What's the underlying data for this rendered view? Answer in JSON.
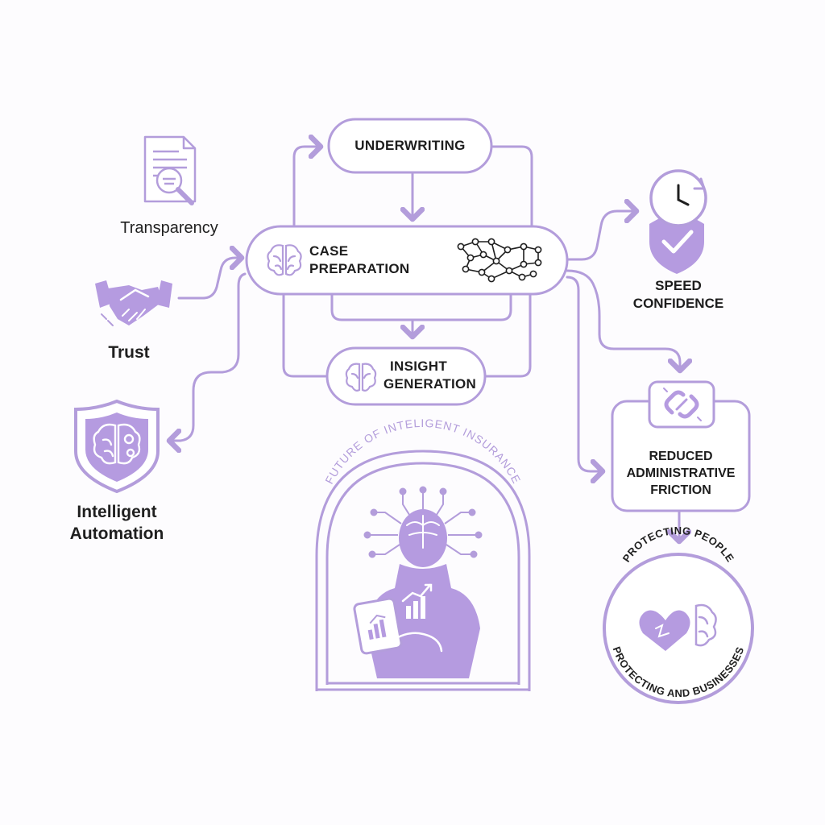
{
  "nodes": {
    "underwriting": "UNDERWRITING",
    "case_preparation_line1": "CASE",
    "case_preparation_line2": "PREPARATION",
    "insight_line1": "INSIGHT",
    "insight_line2": "GENERATION",
    "speed": "SPEED",
    "confidence": "CONFIDENCE",
    "reduced_line1": "REDUCED",
    "reduced_line2": "ADMINISTRATIVE",
    "reduced_line3": "FRICTION"
  },
  "left": {
    "transparency": "Transparency",
    "trust": "Trust",
    "automation_line1": "Intelligent",
    "automation_line2": "Automation"
  },
  "center": {
    "arch_title": "FUTURE OF INTELIGENT INSURANCE"
  },
  "badge": {
    "top_text": "PROTECTING PEOPLE",
    "bottom_text": "PROTECTING AND BUSINESSES"
  },
  "colors": {
    "accent": "#b39ddb",
    "accent_fill": "#b59be0",
    "accent_dark": "#9575cd"
  }
}
